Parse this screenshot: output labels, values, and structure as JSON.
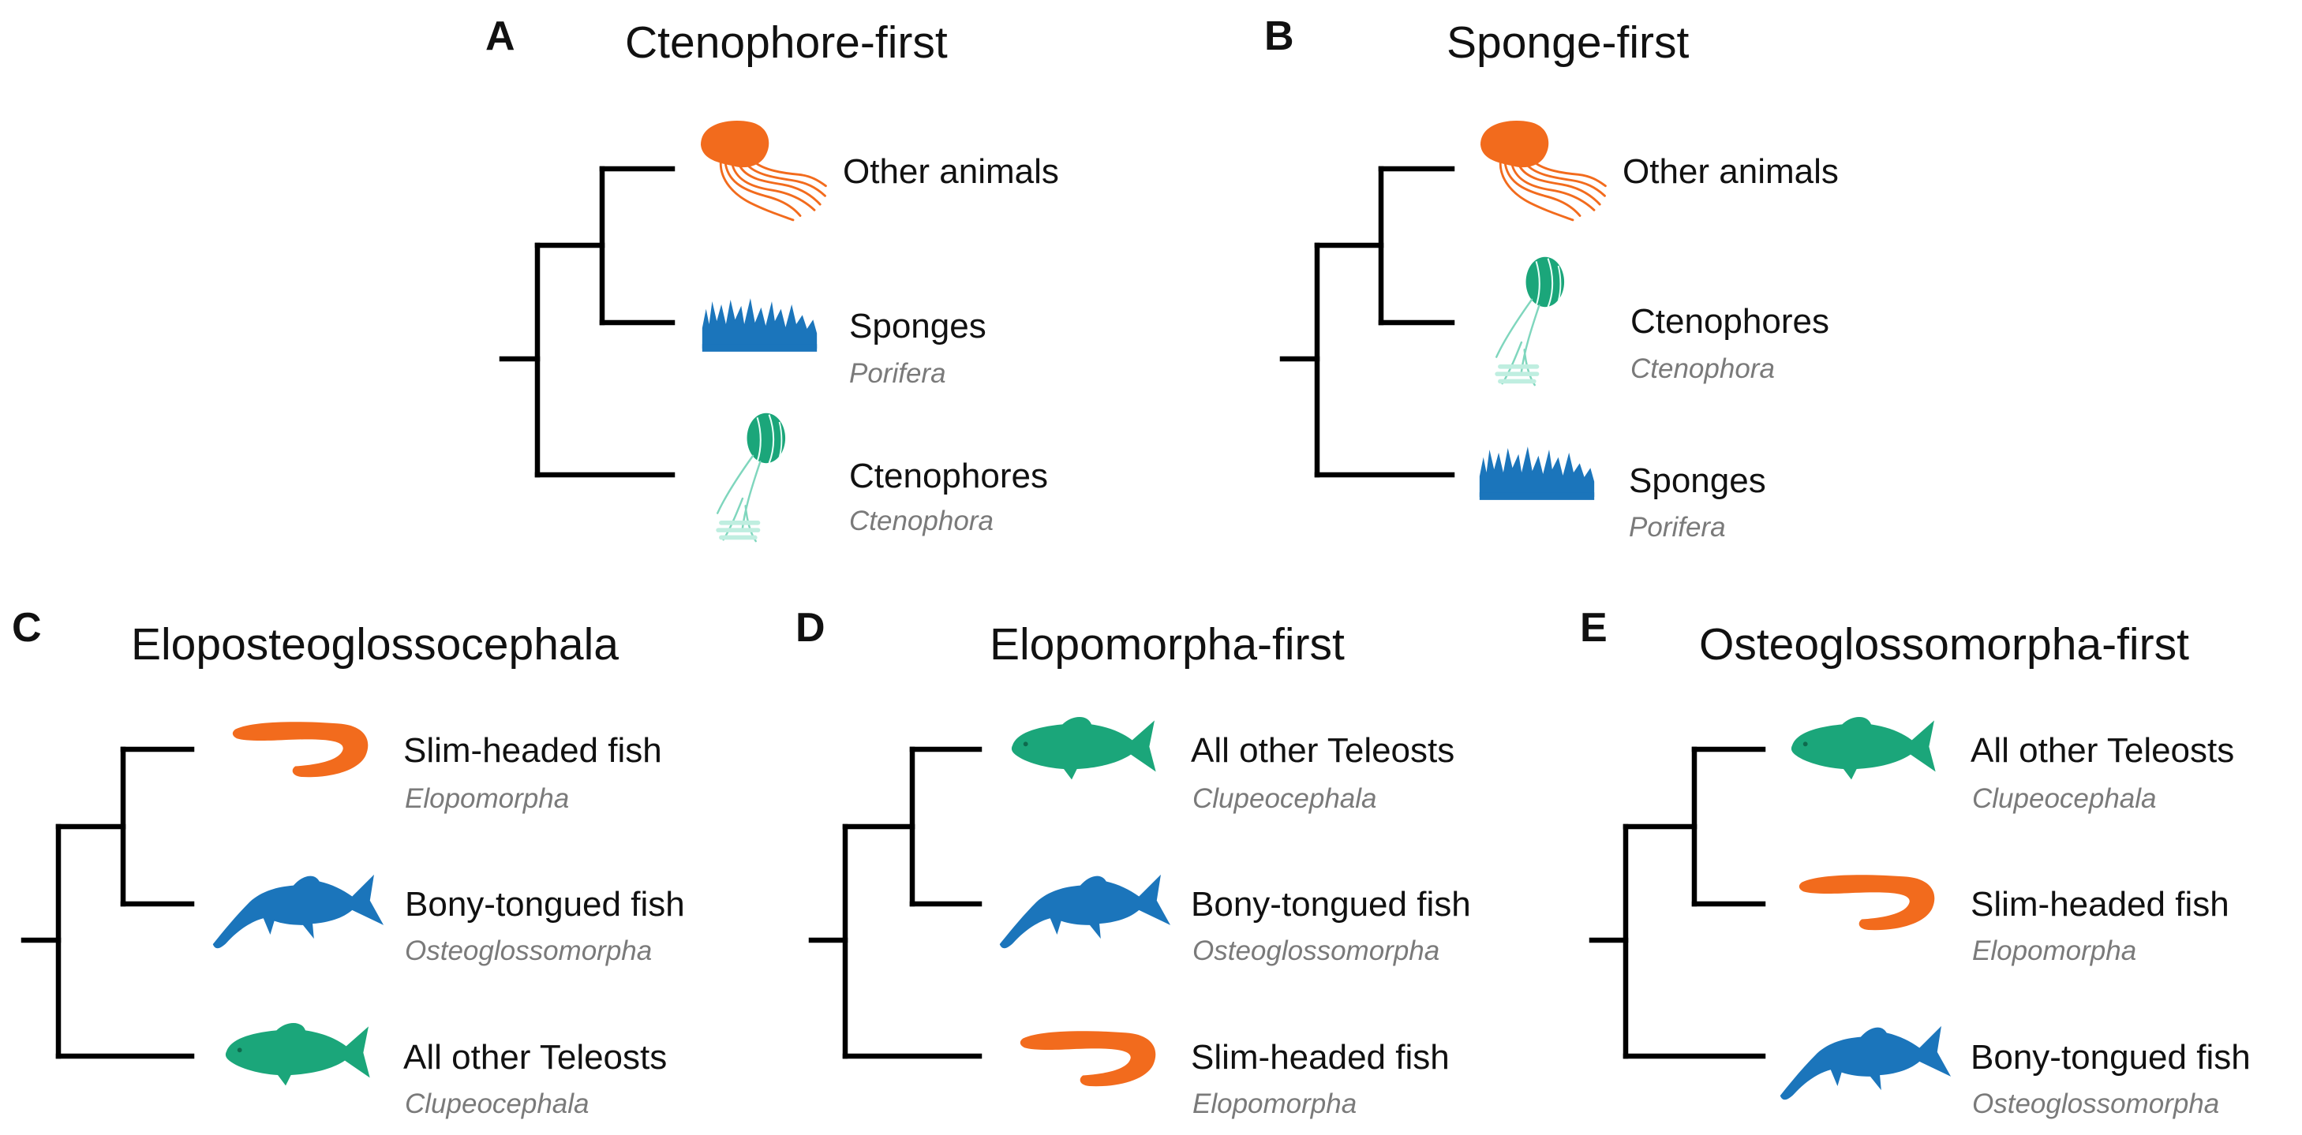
{
  "colors": {
    "orange": "#f26b1d",
    "blue": "#1b75bb",
    "green": "#1ba67a",
    "green_light": "#7fd6bd",
    "branch": "#000000",
    "sci_name": "#7a7a7a"
  },
  "panels": [
    {
      "letter": "A",
      "title": "Ctenophore-first",
      "tips": [
        {
          "name": "Other animals",
          "scientific": "",
          "icon": "jellyfish-icon"
        },
        {
          "name": "Sponges",
          "scientific": "Porifera",
          "icon": "sponge-icon"
        },
        {
          "name": "Ctenophores",
          "scientific": "Ctenophora",
          "icon": "ctenophore-icon"
        }
      ]
    },
    {
      "letter": "B",
      "title": "Sponge-first",
      "tips": [
        {
          "name": "Other animals",
          "scientific": "",
          "icon": "jellyfish-icon"
        },
        {
          "name": "Ctenophores",
          "scientific": "Ctenophora",
          "icon": "ctenophore-icon"
        },
        {
          "name": "Sponges",
          "scientific": "Porifera",
          "icon": "sponge-icon"
        }
      ]
    },
    {
      "letter": "C",
      "title": "Eloposteoglossocephala",
      "tips": [
        {
          "name": "Slim-headed fish",
          "scientific": "Elopomorpha",
          "icon": "eel-icon"
        },
        {
          "name": "Bony-tongued fish",
          "scientific": "Osteoglossomorpha",
          "icon": "bonytongue-fish-icon"
        },
        {
          "name": "All other Teleosts",
          "scientific": "Clupeocephala",
          "icon": "teleost-fish-icon"
        }
      ]
    },
    {
      "letter": "D",
      "title": "Elopomorpha-first",
      "tips": [
        {
          "name": "All other Teleosts",
          "scientific": "Clupeocephala",
          "icon": "teleost-fish-icon"
        },
        {
          "name": "Bony-tongued fish",
          "scientific": "Osteoglossomorpha",
          "icon": "bonytongue-fish-icon"
        },
        {
          "name": "Slim-headed fish",
          "scientific": "Elopomorpha",
          "icon": "eel-icon"
        }
      ]
    },
    {
      "letter": "E",
      "title": "Osteoglossomorpha-first",
      "tips": [
        {
          "name": "All other Teleosts",
          "scientific": "Clupeocephala",
          "icon": "teleost-fish-icon"
        },
        {
          "name": "Slim-headed fish",
          "scientific": "Elopomorpha",
          "icon": "eel-icon"
        },
        {
          "name": "Bony-tongued fish",
          "scientific": "Osteoglossomorpha",
          "icon": "bonytongue-fish-icon"
        }
      ]
    }
  ]
}
